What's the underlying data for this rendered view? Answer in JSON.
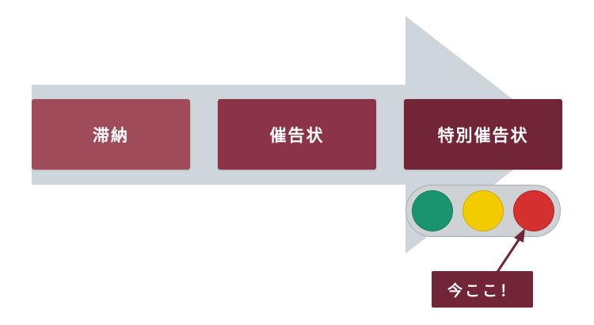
{
  "steps": [
    {
      "label": "滞納"
    },
    {
      "label": "催告状"
    },
    {
      "label": "特別催告状"
    }
  ],
  "traffic_light": {
    "lamps": [
      {
        "name": "green",
        "color": "#1a9370"
      },
      {
        "name": "yellow",
        "color": "#f2cc00"
      },
      {
        "name": "red",
        "color": "#d3302f"
      }
    ],
    "active": "red"
  },
  "callout": {
    "label": "今ここ！"
  },
  "colors": {
    "arrow": "#cfd6db",
    "step_1": "#a04b5a",
    "step_2": "#8b3447",
    "step_3": "#722537"
  }
}
